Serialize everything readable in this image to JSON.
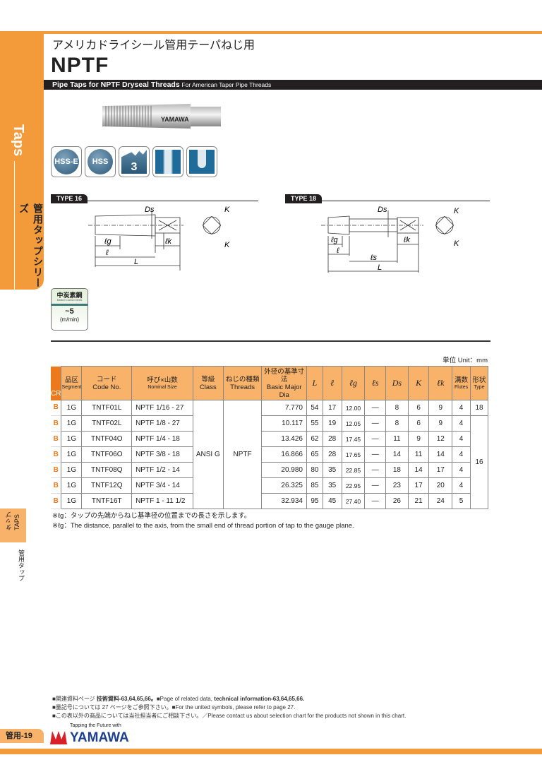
{
  "header": {
    "jp_title": "アメリカドライシール管用テーパねじ用",
    "title": "NPTF",
    "subtitle_bold": "Pipe Taps for NPTF Dryseal Threads",
    "subtitle": "For American Taper Pipe Threads"
  },
  "sidebar": {
    "section": "Taps",
    "series": "管用タップシリーズ",
    "tab_jp": "タップ",
    "tab_en": "TAPS",
    "sub": "管用タップ"
  },
  "product_image": {
    "brand": "YAMAWA"
  },
  "badges": [
    "HSS-E",
    "HSS",
    "3"
  ],
  "badge_icons": [
    "hss-e-icon",
    "hss-icon",
    "thread-class-icon",
    "straight-flute-icon",
    "flute-shape-icon"
  ],
  "types": [
    {
      "label": "TYPE 16",
      "dims": [
        "Ds",
        "K",
        "K",
        "ℓg",
        "ℓk",
        "ℓ",
        "L"
      ]
    },
    {
      "label": "TYPE 18",
      "dims": [
        "Ds",
        "K",
        "K",
        "ℓg",
        "ℓk",
        "ℓ",
        "ℓs",
        "L"
      ]
    }
  ],
  "speed": {
    "material_jp": "中炭素鋼",
    "material_en": "Medium Carbon Steels",
    "value": "~5",
    "unit": "(m/min)"
  },
  "unit": "単位 Unit：mm",
  "table": {
    "headers": {
      "cr": "CR",
      "segment_jp": "品区",
      "segment": "Segment",
      "code_jp": "コード",
      "code": "Code No.",
      "nominal_jp": "呼び×山数",
      "nominal": "Nominal Size",
      "class_jp": "等級",
      "class": "Class",
      "threads_jp": "ねじの種類",
      "threads": "Threads",
      "basic_jp": "外径の基準寸法",
      "basic": "Basic Major Dia",
      "L": "L",
      "l": "ℓ",
      "lg": "ℓg",
      "ls": "ℓs",
      "Ds": "Ds",
      "K": "K",
      "lk": "ℓk",
      "flutes_jp": "溝数",
      "flutes": "Flutes",
      "type_jp": "形状",
      "type": "Type"
    },
    "class_value": "ANSI G",
    "threads_value": "NPTF",
    "rows": [
      {
        "cr": "B",
        "seg": "1G",
        "code": "TNTF01L",
        "nom": "NPTF   1/16  -  27",
        "dia": "7.770",
        "L": "54",
        "l": "17",
        "lg": "12.00",
        "ls": "—",
        "Ds": "8",
        "K": "6",
        "lk": "9",
        "fl": "4",
        "type": "18"
      },
      {
        "cr": "B",
        "seg": "1G",
        "code": "TNTF02L",
        "nom": "NPTF   1/8  -  27",
        "dia": "10.117",
        "L": "55",
        "l": "19",
        "lg": "12.05",
        "ls": "—",
        "Ds": "8",
        "K": "6",
        "lk": "9",
        "fl": "4",
        "type": "16"
      },
      {
        "cr": "B",
        "seg": "1G",
        "code": "TNTF04O",
        "nom": "NPTF   1/4  -  18",
        "dia": "13.426",
        "L": "62",
        "l": "28",
        "lg": "17.45",
        "ls": "—",
        "Ds": "11",
        "K": "9",
        "lk": "12",
        "fl": "4"
      },
      {
        "cr": "B",
        "seg": "1G",
        "code": "TNTF06O",
        "nom": "NPTF   3/8  -  18",
        "dia": "16.866",
        "L": "65",
        "l": "28",
        "lg": "17.65",
        "ls": "—",
        "Ds": "14",
        "K": "11",
        "lk": "14",
        "fl": "4"
      },
      {
        "cr": "B",
        "seg": "1G",
        "code": "TNTF08Q",
        "nom": "NPTF   1/2  -  14",
        "dia": "20.980",
        "L": "80",
        "l": "35",
        "lg": "22.85",
        "ls": "—",
        "Ds": "18",
        "K": "14",
        "lk": "17",
        "fl": "4"
      },
      {
        "cr": "B",
        "seg": "1G",
        "code": "TNTF12Q",
        "nom": "NPTF   3/4  -  14",
        "dia": "26.325",
        "L": "85",
        "l": "35",
        "lg": "22.95",
        "ls": "—",
        "Ds": "23",
        "K": "17",
        "lk": "20",
        "fl": "4"
      },
      {
        "cr": "B",
        "seg": "1G",
        "code": "TNTF16T",
        "nom": "NPTF   1 - 11 1/2",
        "dia": "32.934",
        "L": "95",
        "l": "45",
        "lg": "27.40",
        "ls": "—",
        "Ds": "26",
        "K": "21",
        "lk": "24",
        "fl": "5"
      }
    ]
  },
  "notes": [
    "※ℓg：タップの先端からねじ基準径の位置までの長さを示します。",
    "※ℓg：The distance, parallel to the axis, from the small end of thread portion of tap to the gauge plane."
  ],
  "footer": {
    "line1_jp": "■関連資料ページ ",
    "line1_jp_b": "技術資料-63,64,65,66。",
    "line1_en": "■Page of related data, ",
    "line1_en_b": "technical information-63,64,65,66.",
    "line2": "■量記号については 27 ページをご参照下さい。■For the united symbols, please refer to page 27.",
    "line3": "■この表以外の商品については当社担当者にご相談下さい。／Please contact us about selection chart for the products not shown in this chart.",
    "page": "管用-19",
    "logo_tagline": "Tapping the Future with",
    "logo_name": "YAMAWA"
  }
}
